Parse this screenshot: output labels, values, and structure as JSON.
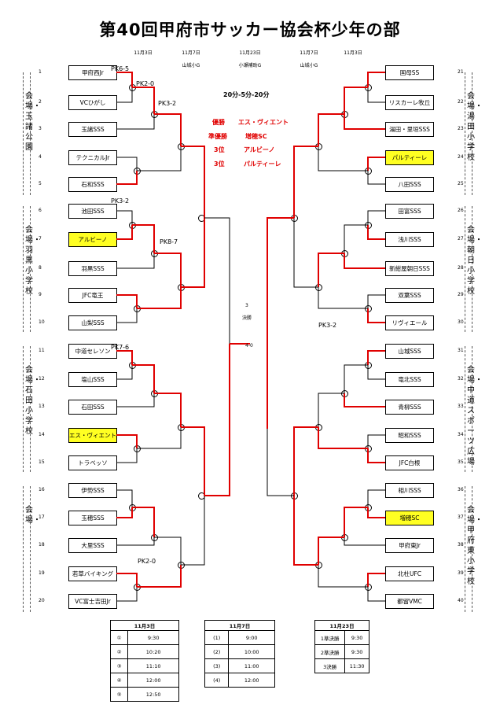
{
  "title": "第40回甲府市サッカー協会杯少年の部",
  "header_dates": {
    "d1": "11月3日",
    "d2": "11月7日",
    "d3": "11月23日",
    "d4": "11月7日",
    "d5": "11月3日"
  },
  "header_venues": {
    "v1": "山城小G",
    "v2": "小瀬補助G",
    "v3": "山城小G"
  },
  "format": "20分-5分-20分",
  "results": {
    "win_label": "優勝",
    "win_team": "エス・ヴィエント",
    "second_label": "準優勝",
    "second_team": "増穂SC",
    "third1_label": "3位",
    "third1_team": "アルビーノ",
    "third2_label": "3位",
    "third2_team": "パルティーレ"
  },
  "venues": {
    "l1": "会場・玉諸公園",
    "l2": "会場・羽黒小学校",
    "l3": "会場・石田小学校",
    "l4": "会場・",
    "r1": "会場・湯田小学校",
    "r2": "会場・朝日小学校",
    "r3": "会場・中道スポーツ広場",
    "r4": "会場・甲府東小学校"
  },
  "left_teams": [
    "甲府西Jr",
    "VCひがし",
    "玉諸SSS",
    "テクニカルJr",
    "石和SSS",
    "池田SSS",
    "アルビーノ",
    "羽黒SSS",
    "JFC竜王",
    "山梨SSS",
    "中道セレソン",
    "塩山SSS",
    "石田SSS",
    "エス・ヴィエント",
    "トラベッソ",
    "伊勢SSS",
    "玉穂SSS",
    "大里SSS",
    "若草バイキング",
    "VC富士吉田Jr"
  ],
  "right_teams": [
    "国母SS",
    "リスカーレ牧丘",
    "湯田・里垣SSS",
    "パルティーレ",
    "八田SSS",
    "田富SSS",
    "浅川SSS",
    "新紺屋朝日SSS",
    "双葉SSS",
    "リヴィエール",
    "山城SSS",
    "竜北SSS",
    "青柳SSS",
    "昭和SSS",
    "JFC白根",
    "相川SSS",
    "増穂SC",
    "甲府東Jr",
    "北杜UFC",
    "都留VMC"
  ],
  "left_numbers": [
    "1",
    "2",
    "3",
    "4",
    "5",
    "6",
    "7",
    "8",
    "9",
    "10",
    "11",
    "12",
    "13",
    "14",
    "15",
    "16",
    "17",
    "18",
    "19",
    "20"
  ],
  "right_numbers": [
    "21",
    "22",
    "23",
    "24",
    "25",
    "26",
    "27",
    "28",
    "29",
    "30",
    "31",
    "32",
    "33",
    "34",
    "35",
    "36",
    "37",
    "38",
    "39",
    "40"
  ],
  "pk_labels": {
    "a": "PK6-5",
    "b": "PK2-0",
    "c": "PK3-2",
    "d": "PK3-2",
    "e": "PK8-7",
    "f": "PK7-6",
    "g": "PK2-0",
    "h": "PK3-2"
  },
  "final": {
    "label": "決勝",
    "three": "3",
    "score": "4-0"
  },
  "schedule1": {
    "head": "11月3日",
    "rows": [
      [
        "①",
        "9:30"
      ],
      [
        "②",
        "10:20"
      ],
      [
        "③",
        "11:10"
      ],
      [
        "④",
        "12:00"
      ],
      [
        "⑤",
        "12:50"
      ]
    ]
  },
  "schedule2": {
    "head": "11月7日",
    "rows": [
      [
        "(1)",
        "9:00"
      ],
      [
        "(2)",
        "10:00"
      ],
      [
        "(3)",
        "11:00"
      ],
      [
        "(4)",
        "12:00"
      ]
    ]
  },
  "schedule3": {
    "head": "11月23日",
    "rows": [
      [
        "1準決勝",
        "9:30"
      ],
      [
        "2準決勝",
        "9:30"
      ],
      [
        "3決勝",
        "11:30"
      ]
    ]
  },
  "colors": {
    "win_line": "#e00000",
    "line": "#000000",
    "highlight": "#ffff22"
  }
}
